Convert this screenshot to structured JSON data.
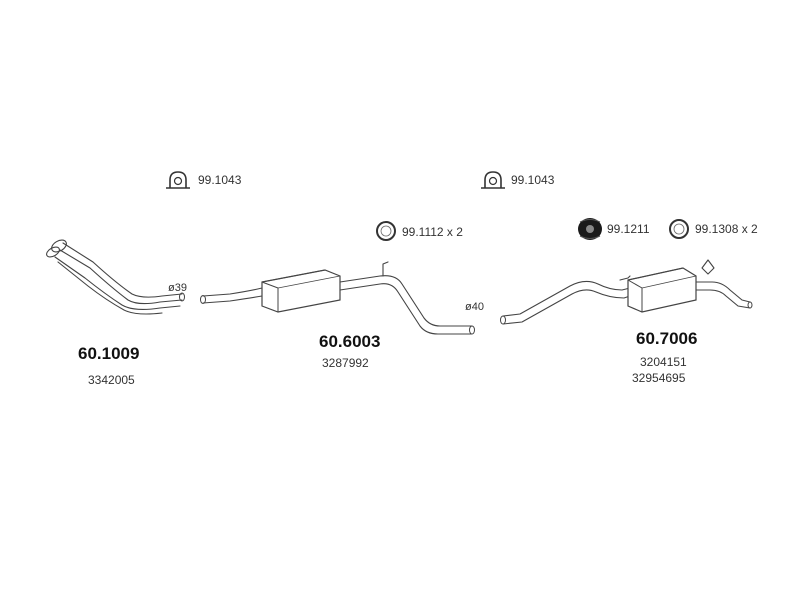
{
  "parts": {
    "front_pipe": {
      "part_no": "60.1009",
      "oe_no": "3342005",
      "diameter": "ø39"
    },
    "middle_silencer": {
      "part_no": "60.6003",
      "oe_no": "3287992",
      "diameter": "ø40"
    },
    "rear_silencer": {
      "part_no": "60.7006",
      "oe_nos": [
        "3204151",
        "32954695"
      ]
    }
  },
  "accessories": {
    "clamp_left": "99.1043",
    "clamp_right": "99.1043",
    "ring_left": "99.1112 x 2",
    "rubber_mount": "99.1211",
    "ring_right": "99.1308 x 2"
  }
}
